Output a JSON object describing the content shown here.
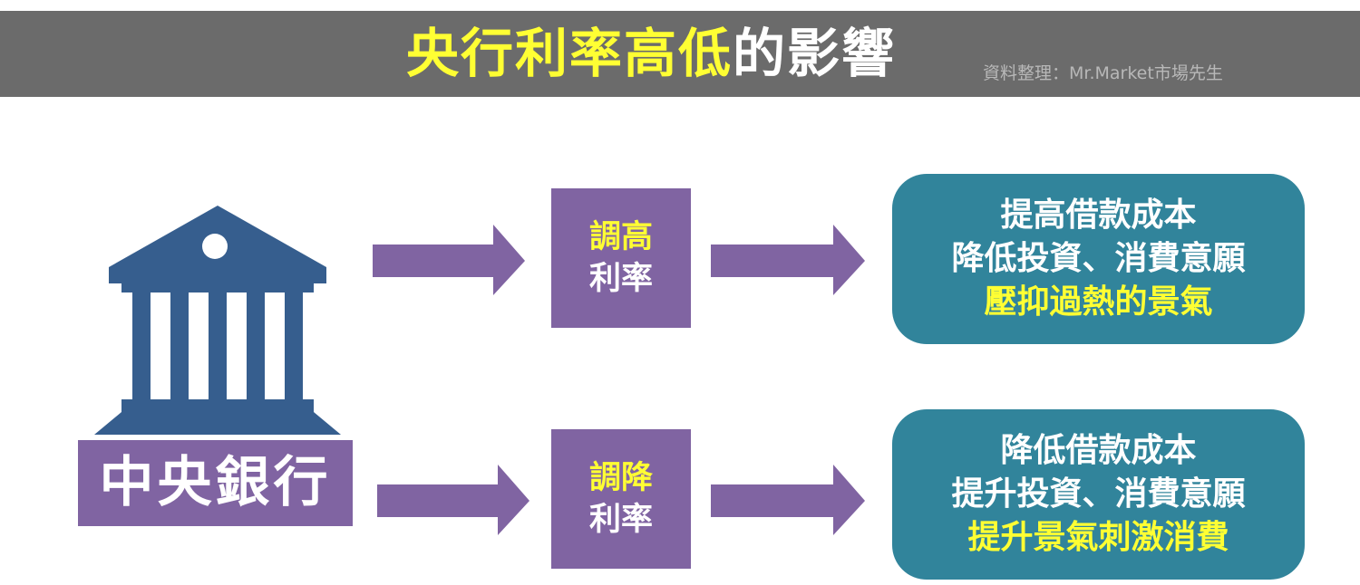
{
  "title": {
    "highlight": "央行利率高低",
    "rest": "的影響"
  },
  "source": "資料整理：Mr.Market市場先生",
  "bank": {
    "icon": "bank-building-icon",
    "label": "中央銀行"
  },
  "flows": [
    {
      "action_line1": "調高",
      "action_line2": "利率",
      "result_lines": [
        "提高借款成本",
        "降低投資、消費意願"
      ],
      "result_highlight": "壓抑過熱的景氣"
    },
    {
      "action_line1": "調降",
      "action_line2": "利率",
      "result_lines": [
        "降低借款成本",
        "提升投資、消費意願"
      ],
      "result_highlight": "提升景氣刺激消費"
    }
  ],
  "colors": {
    "header": "#6b6b6b",
    "highlight_text": "#ffff33",
    "purple": "#8064a2",
    "bank_blue": "#365e8e",
    "teal": "#31849b"
  }
}
